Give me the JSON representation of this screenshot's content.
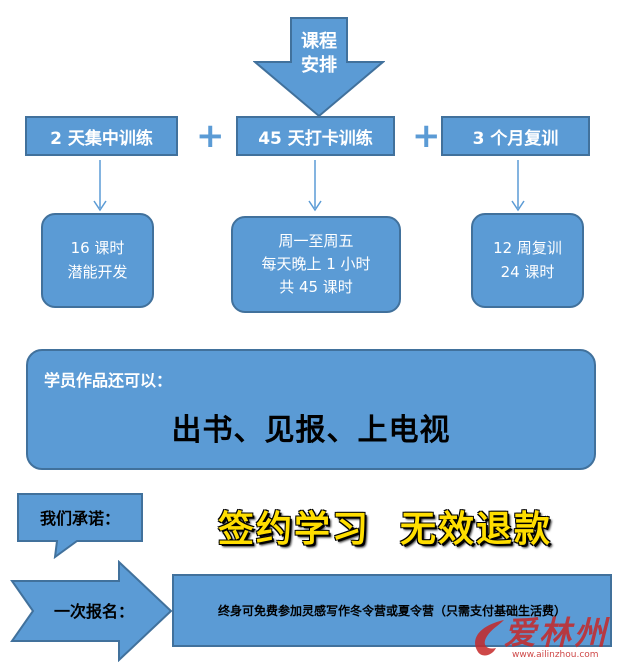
{
  "header": {
    "line1": "课程",
    "line2": "安排"
  },
  "plans": [
    {
      "label": "2 天集中训练",
      "details": [
        "16 课时",
        "潜能开发"
      ]
    },
    {
      "label": "45 天打卡训练",
      "details": [
        "周一至周五",
        "每天晚上 1 小时",
        "共 45 课时"
      ]
    },
    {
      "label": "3 个月复训",
      "details": [
        "12 周复训",
        "24 课时"
      ]
    }
  ],
  "plus_sign": "+",
  "works": {
    "label": "学员作品还可以：",
    "headline": "出书、见报、上电视"
  },
  "promise": {
    "label": "我们承诺：",
    "part1": "签约学习",
    "part2": "无效退款"
  },
  "signup": {
    "label": "一次报名：",
    "text": "终身可免费参加灵感写作冬令营或夏令营（只需支付基础生活费）"
  },
  "watermark": {
    "text": "爱林州",
    "url": "www.ailinzhou.com"
  },
  "colors": {
    "fill": "#5b9bd5",
    "border": "#41719c",
    "gold": "#ffde00",
    "watermark": "#c62828"
  }
}
